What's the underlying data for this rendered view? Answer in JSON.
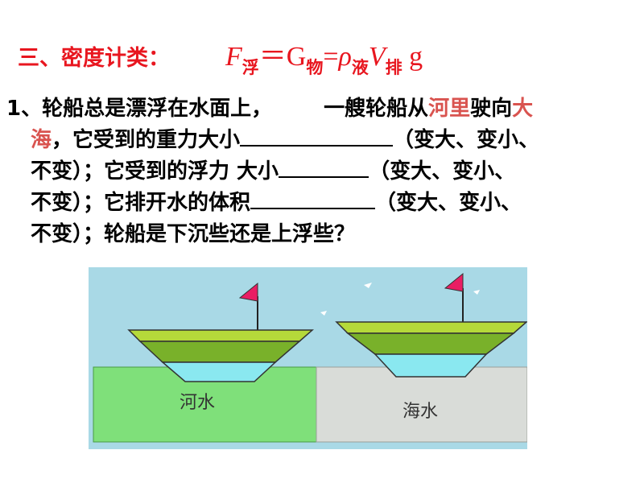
{
  "heading": {
    "prefix": "三、密度计类：",
    "formula": {
      "F": "F",
      "F_sub": "浮",
      "eq1": "＝G",
      "G_sub": "物",
      "eq2": "=",
      "rho": "ρ",
      "rho_sub": "液",
      "V": "V",
      "V_sub": "排",
      "g": "g"
    }
  },
  "problem": {
    "l1_a": "1、轮船总是漂浮在水面上，",
    "l1_b": "一艘轮船从",
    "l1_c": "河里",
    "l1_d": "驶向",
    "l1_e": "大",
    "l2_a": "海",
    "l2_b": "，它受到的重力大小",
    "l2_c": "（变大、变小、",
    "l3_a": "不变）；它受到的浮力 大小",
    "l3_b": "（变大、变小、",
    "l4_a": "不变）；它排开水的体积",
    "l4_b": "（变大、变小、",
    "l5_a": "不变）；轮船是下沉些还是上浮些？"
  },
  "figure": {
    "river_label": "河水",
    "sea_label": "海水"
  },
  "colors": {
    "heading": "#e8161f",
    "highlight": "#d9534f",
    "sky": "#a9d9e6",
    "river": "#7fe07a",
    "sea": "#d9dcd8",
    "hull_top": "#b5d93a",
    "hull_mid": "#79b12a",
    "hull_bottom": "#8ae8f0",
    "flag": "#e91e63"
  }
}
